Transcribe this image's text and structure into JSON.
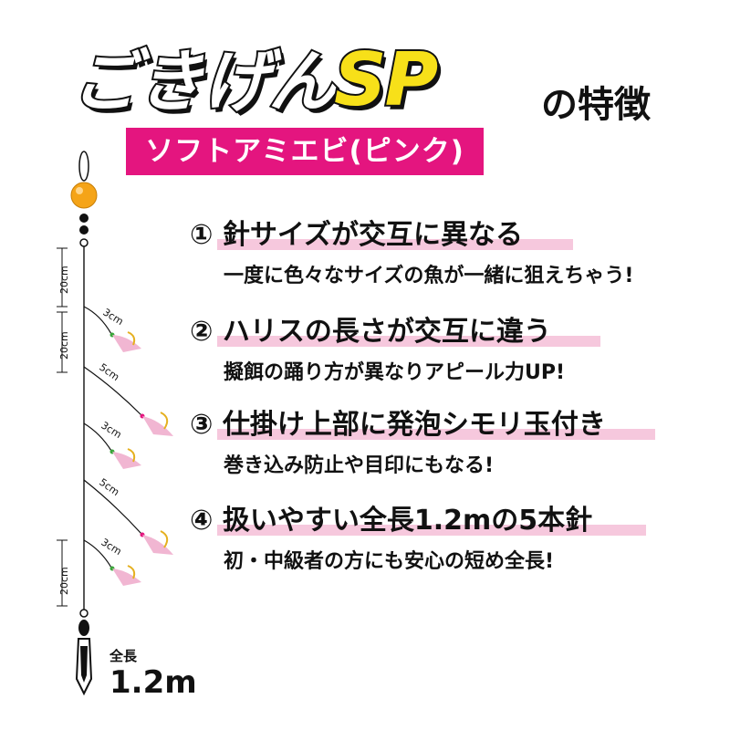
{
  "title": {
    "main": "ごきげん",
    "sp": "SP",
    "suffix": "の特徴"
  },
  "banner": "ソフトアミエビ(ピンク)",
  "features": [
    {
      "heading": "① 針サイズが交互に異なる",
      "body": "一度に色々なサイズの魚が一緒に狙えちゃう!"
    },
    {
      "heading": "② ハリスの長さが交互に違う",
      "body": "擬餌の踊り方が異なりアピール力UP!"
    },
    {
      "heading": "③ 仕掛け上部に発泡シモリ玉付き",
      "body": "巻き込み防止や目印にもなる!"
    },
    {
      "heading": "④ 扱いやすい全長1.2mの5本針",
      "body": "初・中級者の方にも安心の短め全長!"
    }
  ],
  "diagram": {
    "dims": [
      "20cm",
      "20cm",
      "20cm"
    ],
    "branches": [
      "3cm",
      "5cm",
      "3cm",
      "5cm",
      "3cm"
    ],
    "total_label": "全長",
    "total_value": "1.2m"
  },
  "colors": {
    "banner": "#e4157f",
    "sp": "#f7e019",
    "highlight": "#f6c8dd",
    "float": "#f5a418",
    "lure": "#f1b6d2"
  }
}
